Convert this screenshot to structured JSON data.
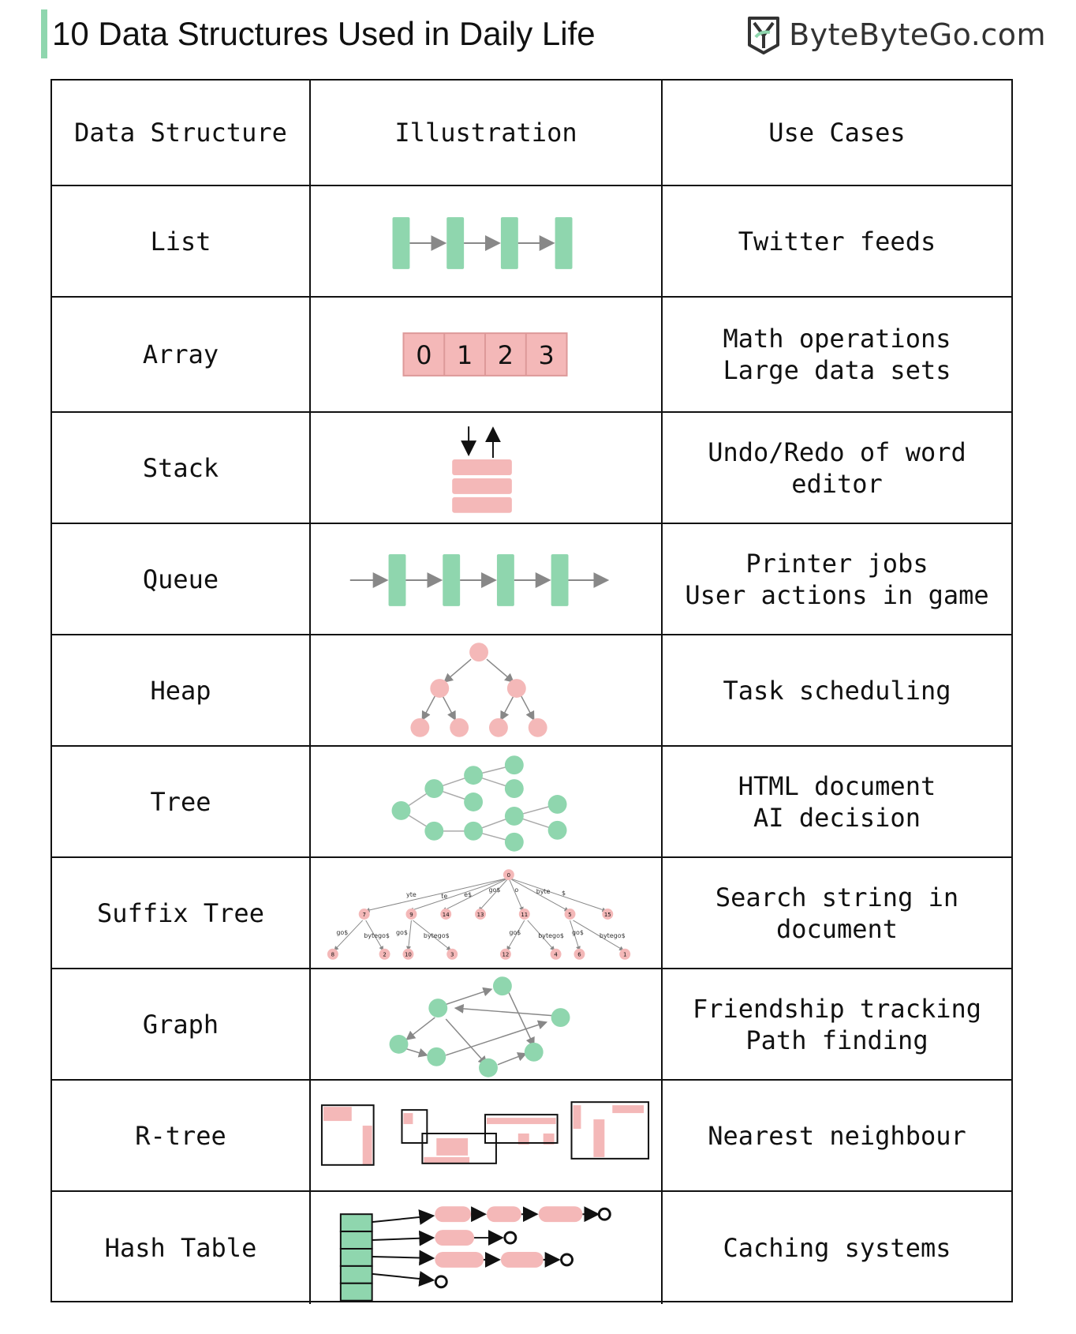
{
  "header": {
    "title": "10 Data Structures Used in Daily Life",
    "brand": "ByteByteGo.com"
  },
  "table": {
    "columns": [
      "Data Structure",
      "Illustration",
      "Use Cases"
    ],
    "rows": [
      {
        "name": "List",
        "uses": [
          "Twitter feeds"
        ]
      },
      {
        "name": "Array",
        "uses": [
          "Math operations",
          "Large data sets"
        ]
      },
      {
        "name": "Stack",
        "uses": [
          "Undo/Redo of word editor"
        ]
      },
      {
        "name": "Queue",
        "uses": [
          "Printer jobs",
          "User actions in game"
        ]
      },
      {
        "name": "Heap",
        "uses": [
          "Task scheduling"
        ]
      },
      {
        "name": "Tree",
        "uses": [
          "HTML document",
          "AI decision"
        ]
      },
      {
        "name": "Suffix Tree",
        "uses": [
          "Search string in",
          "document"
        ]
      },
      {
        "name": "Graph",
        "uses": [
          "Friendship tracking",
          "Path finding"
        ]
      },
      {
        "name": "R-tree",
        "uses": [
          "Nearest neighbour"
        ]
      },
      {
        "name": "Hash Table",
        "uses": [
          "Caching systems"
        ]
      }
    ]
  },
  "array_cells": [
    "0",
    "1",
    "2",
    "3"
  ],
  "suffix_tree": {
    "root": "0",
    "mid_nodes": [
      "7",
      "9",
      "14",
      "13",
      "11",
      "5",
      "15"
    ],
    "leaf_nodes": [
      "8",
      "2",
      "10",
      "3",
      "12",
      "4",
      "6",
      "1"
    ],
    "top_edges": [
      "yte",
      "te",
      "e$",
      "go$",
      "o",
      "byte",
      "$"
    ],
    "bottom_edges": [
      "go$",
      "bytego$",
      "go$",
      "bytego$",
      "go$",
      "bytego$",
      "go$",
      "bytego$"
    ]
  },
  "colors": {
    "green": "#8fd6ae",
    "pink": "#f4b8b8",
    "accent_bar": "#8fd6ae"
  }
}
